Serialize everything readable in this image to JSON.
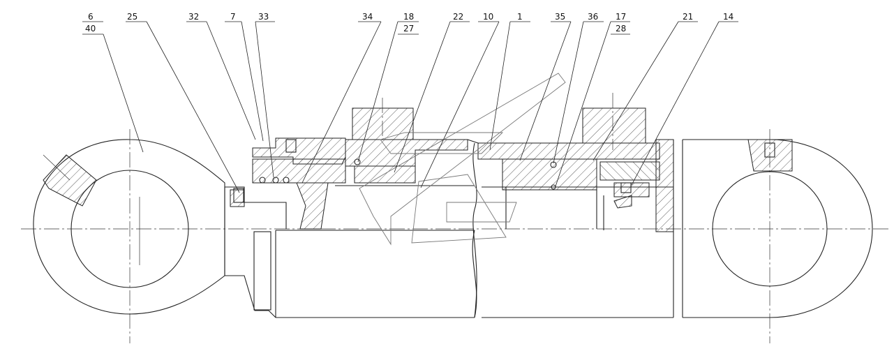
{
  "callouts": [
    {
      "id": "c6",
      "label": "6"
    },
    {
      "id": "c40",
      "label": "40"
    },
    {
      "id": "c25",
      "label": "25"
    },
    {
      "id": "c32",
      "label": "32"
    },
    {
      "id": "c7",
      "label": "7"
    },
    {
      "id": "c33",
      "label": "33"
    },
    {
      "id": "c34",
      "label": "34"
    },
    {
      "id": "c18",
      "label": "18"
    },
    {
      "id": "c27",
      "label": "27"
    },
    {
      "id": "c22",
      "label": "22"
    },
    {
      "id": "c10",
      "label": "10"
    },
    {
      "id": "c1",
      "label": "1"
    },
    {
      "id": "c35",
      "label": "35"
    },
    {
      "id": "c36",
      "label": "36"
    },
    {
      "id": "c17",
      "label": "17"
    },
    {
      "id": "c28",
      "label": "28"
    },
    {
      "id": "c21",
      "label": "21"
    },
    {
      "id": "c14",
      "label": "14"
    }
  ]
}
